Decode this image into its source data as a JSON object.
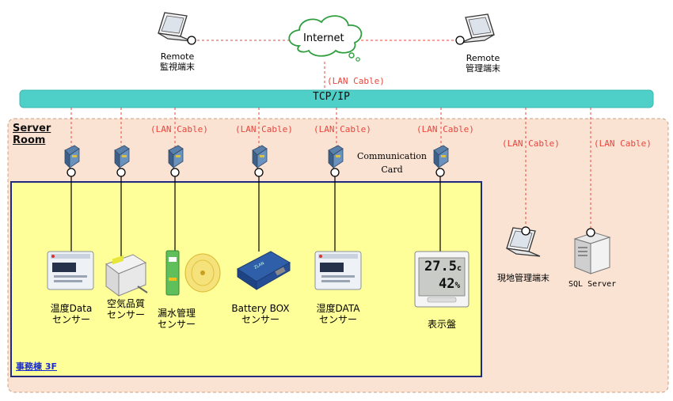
{
  "colors": {
    "link_dashed": "#e8453c",
    "tcpip_bar": "#4ecfc8",
    "server_room_fill": "#fbe3d4",
    "server_room_border": "#c8a080",
    "office_fill": "#ffff99",
    "office_border": "#1f2a80",
    "lan_text": "#e8453c"
  },
  "internet": {
    "label": "Internet",
    "icon": "cloud-icon"
  },
  "remote_monitor": {
    "line1": "Remote",
    "line2": "監視端末",
    "icon": "laptop-icon"
  },
  "remote_admin": {
    "line1": "Remote",
    "line2": "管理端末",
    "icon": "laptop-icon"
  },
  "lan_cable": "(LAN Cable)",
  "tcpip": {
    "label": "TCP/IP"
  },
  "server_room": {
    "label_line1": "Server",
    "label_line2": "Room"
  },
  "communication_card": {
    "line1": "Communication",
    "line2": "Card",
    "icon": "converter-module-icon"
  },
  "office": {
    "label": "事務棟 3F"
  },
  "devices": [
    {
      "line1": "温度Data",
      "line2": "センサー",
      "icon": "meter-sensor-icon"
    },
    {
      "line1": "空気品質",
      "line2": "センサー",
      "icon": "air-quality-sensor-icon"
    },
    {
      "line1": "漏水管理",
      "line2": "センサー",
      "icon": "leak-sensor-icon"
    },
    {
      "line1": "Battery BOX",
      "line2": "センサー",
      "icon": "battery-box-icon"
    },
    {
      "line1": "湿度DATA",
      "line2": "センサー",
      "icon": "meter-sensor-icon"
    },
    {
      "line1": "表示盤",
      "line2": "",
      "icon": "display-panel-icon"
    }
  ],
  "display_panel": {
    "temp": "27.5",
    "temp_unit": "c",
    "humidity": "42",
    "humidity_unit": "%"
  },
  "local_terminal": {
    "label": "現地管理端末",
    "icon": "laptop-icon"
  },
  "sql_server": {
    "label": "SQL Server",
    "icon": "server-tower-icon"
  }
}
